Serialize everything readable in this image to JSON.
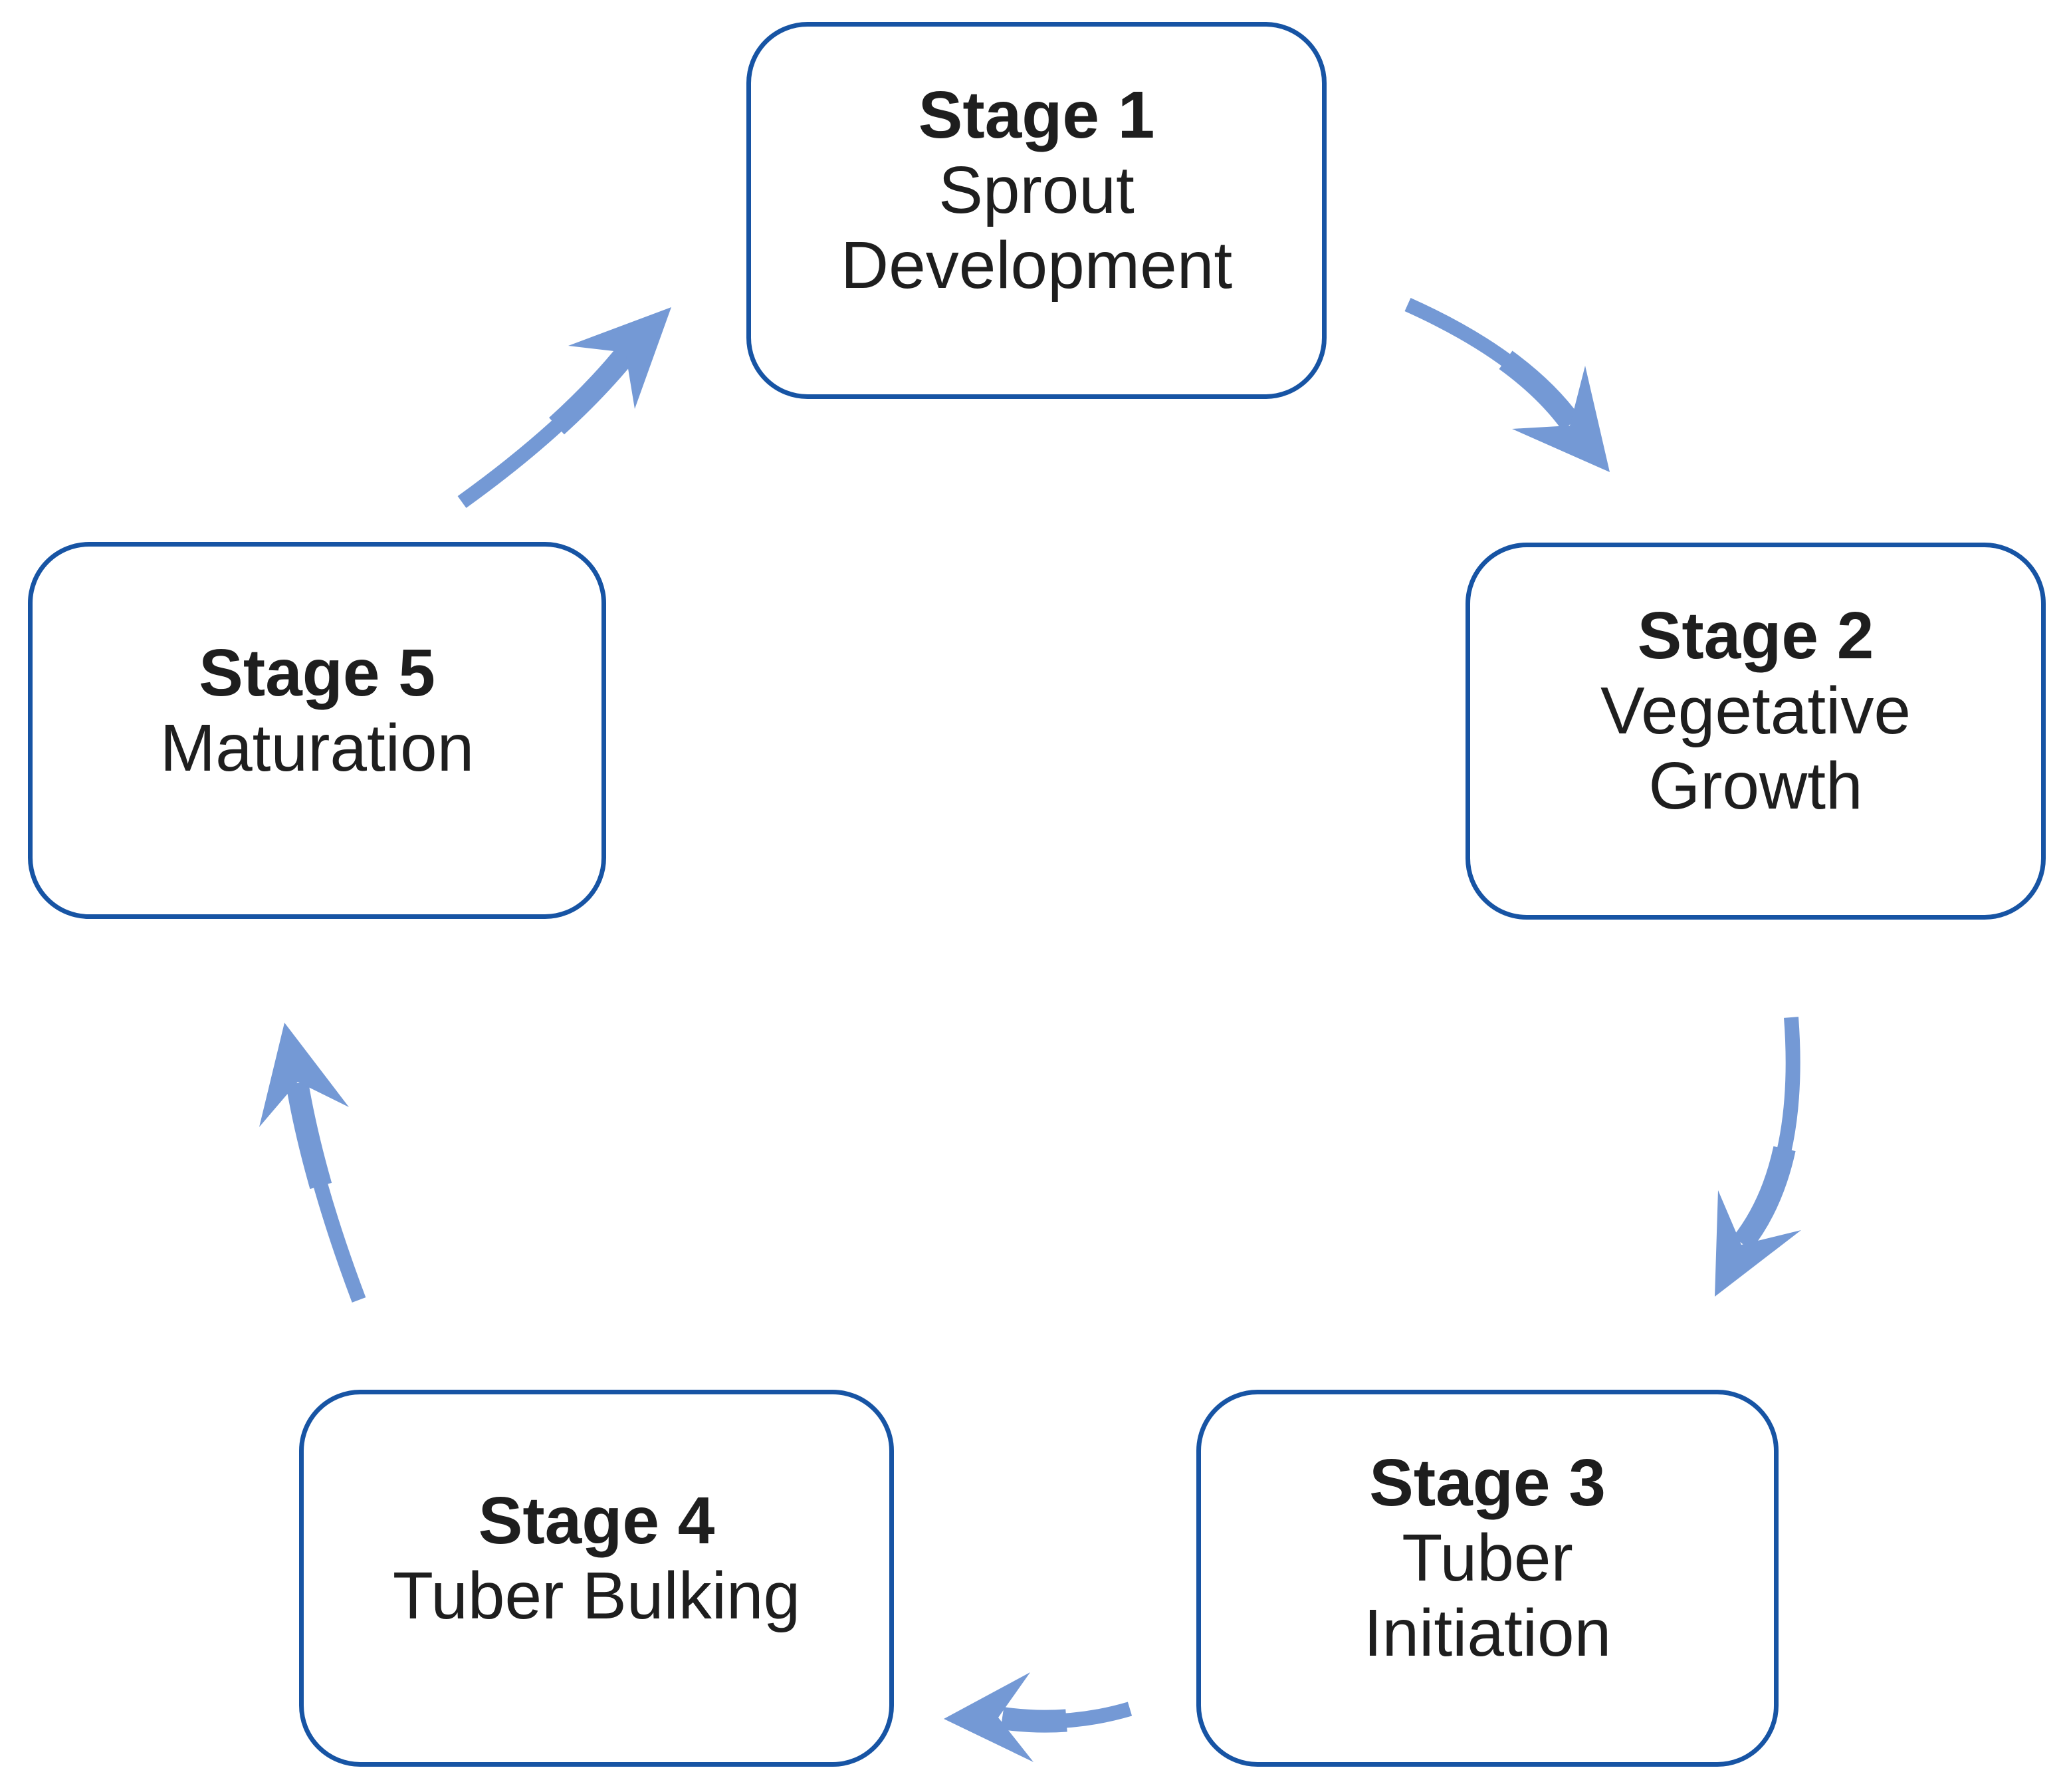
{
  "diagram": {
    "kind": "cycle-diagram",
    "subject": "Potato growth stages cycle",
    "stage_count": 5
  },
  "colors": {
    "background": "#ffffff",
    "box_border": "#1754a4",
    "arrow_fill": "#7499d5",
    "text": "#1e1e1e"
  },
  "stages": [
    {
      "title": "Stage 1",
      "lines": [
        "Sprout",
        "Development"
      ]
    },
    {
      "title": "Stage 2",
      "lines": [
        "Vegetative",
        "Growth"
      ]
    },
    {
      "title": "Stage 3",
      "lines": [
        "Tuber",
        "Initiation"
      ]
    },
    {
      "title": "Stage 4",
      "lines": [
        "Tuber Bulking"
      ]
    },
    {
      "title": "Stage 5",
      "lines": [
        "Maturation"
      ]
    }
  ],
  "arrows": [
    {
      "name": "stage-1-to-stage-2",
      "from": "Stage 1",
      "to": "Stage 2",
      "direction": "down-right"
    },
    {
      "name": "stage-2-to-stage-3",
      "from": "Stage 2",
      "to": "Stage 3",
      "direction": "down-left"
    },
    {
      "name": "stage-3-to-stage-4",
      "from": "Stage 3",
      "to": "Stage 4",
      "direction": "left"
    },
    {
      "name": "stage-4-to-stage-5",
      "from": "Stage 4",
      "to": "Stage 5",
      "direction": "up"
    },
    {
      "name": "stage-5-to-stage-1",
      "from": "Stage 5",
      "to": "Stage 1",
      "direction": "up-right"
    }
  ]
}
